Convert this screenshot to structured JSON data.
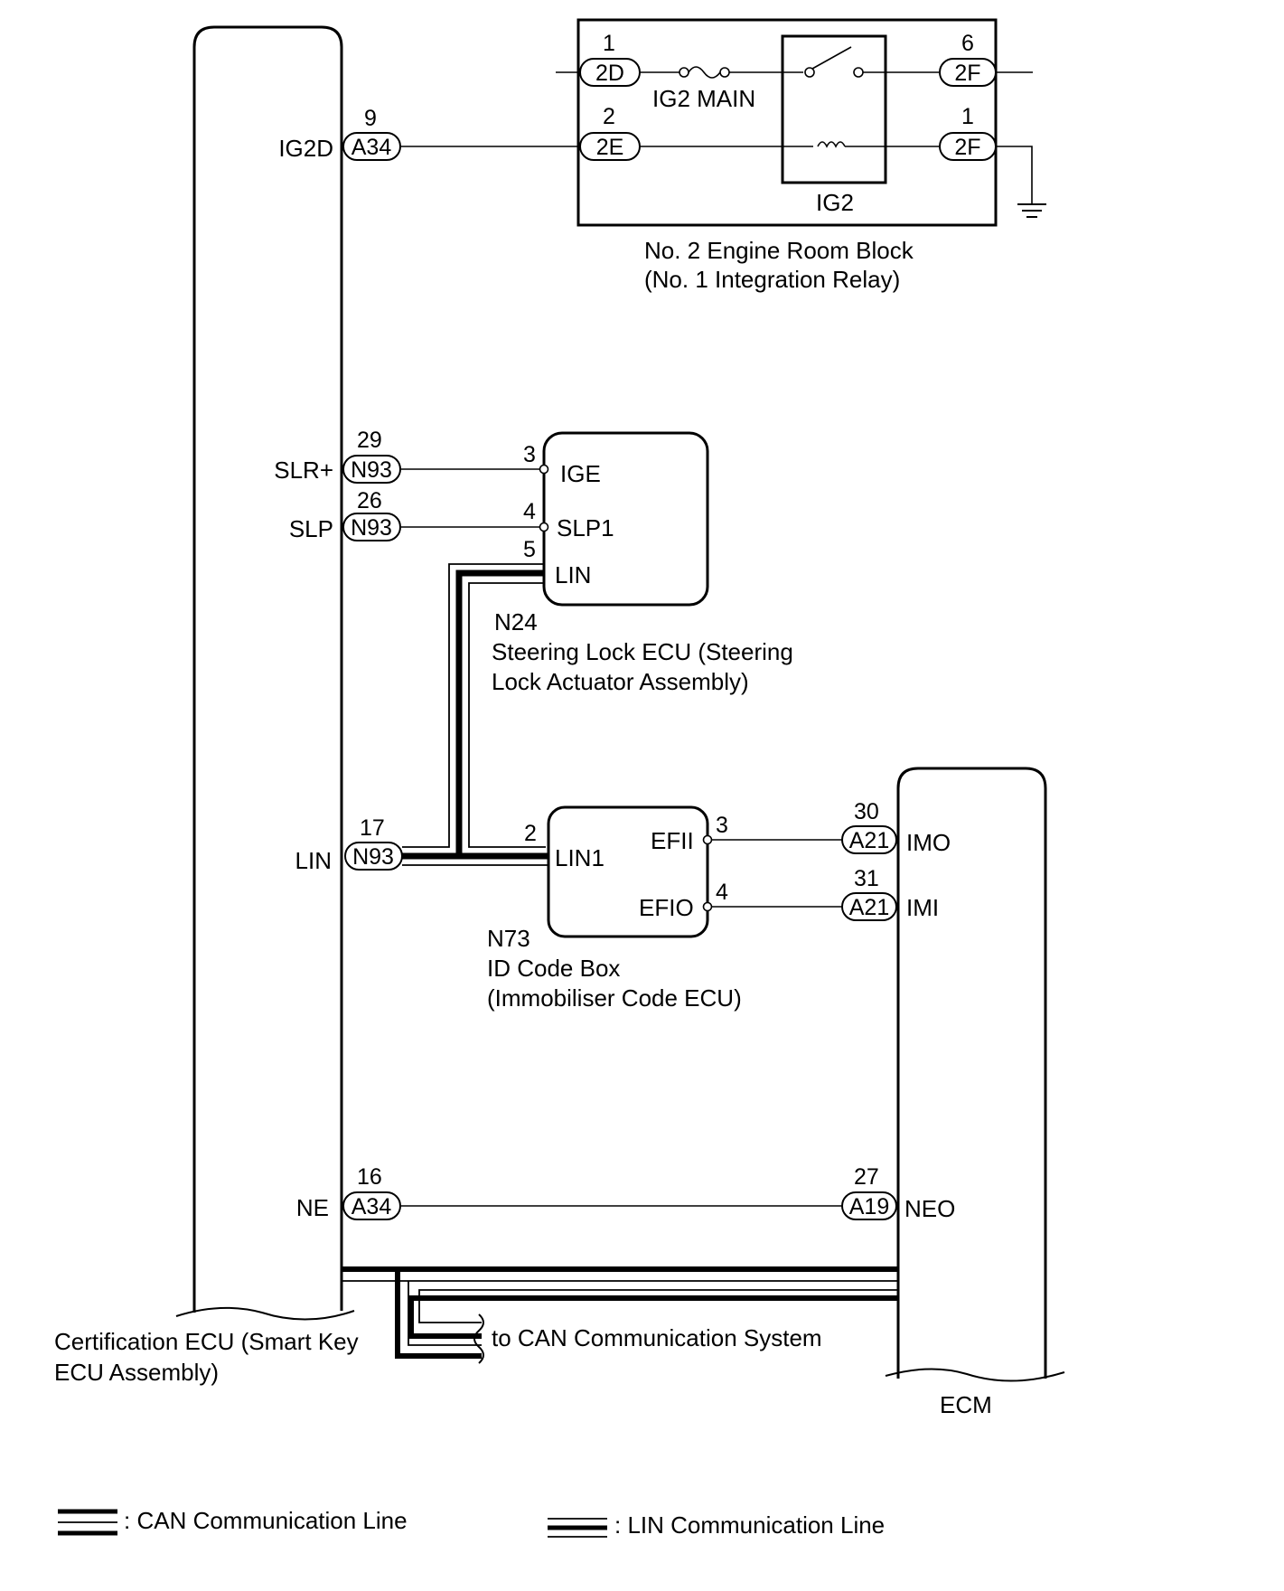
{
  "relay_block": {
    "label_line1": "No. 2 Engine Room Block",
    "label_line2": "(No. 1 Integration Relay)",
    "fuse_label": "IG2 MAIN",
    "relay_label": "IG2",
    "connectors": {
      "c2d": {
        "code": "2D",
        "pin": "1"
      },
      "c2e": {
        "code": "2E",
        "pin": "2"
      },
      "c2f_top": {
        "code": "2F",
        "pin": "6"
      },
      "c2f_bottom": {
        "code": "2F",
        "pin": "1"
      }
    }
  },
  "certification_ecu": {
    "label_line1": "Certification ECU (Smart Key",
    "label_line2": "ECU Assembly)",
    "terminals": {
      "ig2d": {
        "name": "IG2D",
        "code": "A34",
        "pin": "9"
      },
      "slr": {
        "name": "SLR+",
        "code": "N93",
        "pin": "29"
      },
      "slp": {
        "name": "SLP",
        "code": "N93",
        "pin": "26"
      },
      "lin": {
        "name": "LIN",
        "code": "N93",
        "pin": "17"
      },
      "ne": {
        "name": "NE",
        "code": "A34",
        "pin": "16"
      }
    }
  },
  "steering_lock_ecu": {
    "code": "N24",
    "label_line1": "Steering Lock ECU (Steering",
    "label_line2": "Lock Actuator Assembly)",
    "terminals": {
      "ige": {
        "name": "IGE",
        "pin": "3"
      },
      "slp1": {
        "name": "SLP1",
        "pin": "4"
      },
      "lin": {
        "name": "LIN",
        "pin": "5"
      }
    }
  },
  "id_code_box": {
    "code": "N73",
    "label_line1": "ID Code Box",
    "label_line2": "(Immobiliser Code ECU)",
    "terminals": {
      "lin1": {
        "name": "LIN1",
        "pin": "2"
      },
      "efii": {
        "name": "EFII",
        "pin": "3"
      },
      "efio": {
        "name": "EFIO",
        "pin": "4"
      }
    }
  },
  "ecm": {
    "label": "ECM",
    "terminals": {
      "imo": {
        "name": "IMO",
        "code": "A21",
        "pin": "30"
      },
      "imi": {
        "name": "IMI",
        "code": "A21",
        "pin": "31"
      },
      "neo": {
        "name": "NEO",
        "code": "A19",
        "pin": "27"
      }
    }
  },
  "can_destination": "to CAN Communication System",
  "legend": {
    "can_label": ": CAN Communication Line",
    "lin_label": ": LIN Communication Line"
  }
}
